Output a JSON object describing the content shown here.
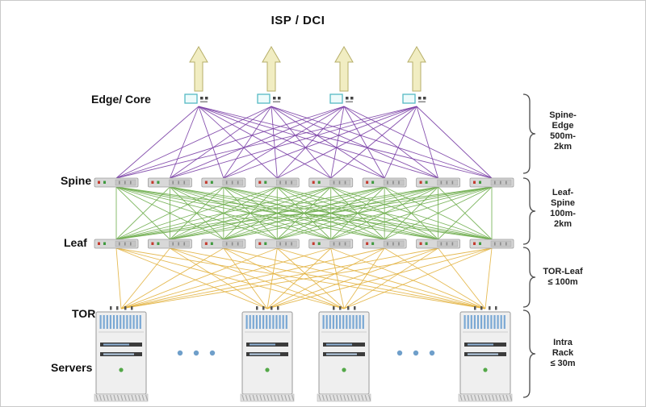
{
  "title": "ISP / DCI",
  "layer_labels": {
    "edge": "Edge/ Core",
    "spine": "Spine",
    "leaf": "Leaf",
    "tor": "TOR",
    "servers": "Servers"
  },
  "topology": {
    "edge_count": 4,
    "spine_count": 8,
    "leaf_count": 8,
    "rack_count": 4,
    "uplink_arrow_count": 4,
    "links": [
      {
        "from": "edge",
        "to": "spine",
        "color": "#7a3fa6"
      },
      {
        "from": "spine",
        "to": "leaf",
        "color": "#6fae4e"
      },
      {
        "from": "leaf",
        "to": "tor",
        "color": "#e3b341"
      }
    ]
  },
  "annotations": [
    {
      "text": "Spine-\nEdge\n500m-\n2km"
    },
    {
      "text": "Leaf-\nSpine\n100m-\n2km"
    },
    {
      "text": "TOR-Leaf\n≤ 100m"
    },
    {
      "text": "Intra\nRack\n≤ 30m"
    }
  ],
  "colors": {
    "edge_spine_link": "#7a3fa6",
    "spine_leaf_link": "#6fae4e",
    "leaf_tor_link": "#e3b341",
    "arrow_fill": "#f1edc2",
    "arrow_stroke": "#b6ae68",
    "edge_device": "#55b9c4",
    "switch_body": "#d8d8d8",
    "tor_ports": "#7aa8d4",
    "led_green": "#54a848",
    "dots": "#6f9fca",
    "brace": "#4a4a4a"
  }
}
